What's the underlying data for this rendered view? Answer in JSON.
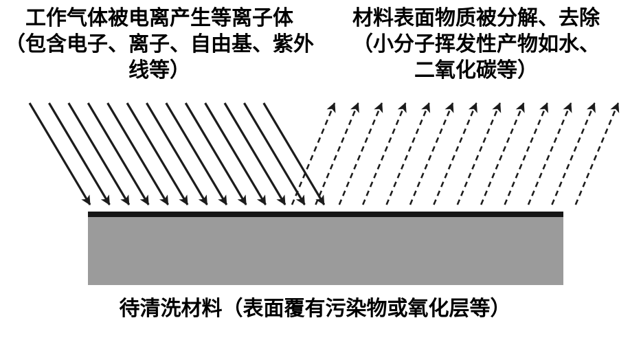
{
  "diagram": {
    "label_plasma": {
      "lines": [
        "工作气体被电离产生等离子体",
        "（包含电子、离子、自由基、紫外",
        "线等）"
      ]
    },
    "label_products": {
      "lines": [
        "材料表面物质被分解、去除",
        "（小分子挥发性产物如水、",
        "二氧化碳等）"
      ]
    },
    "caption": "待清洗材料（表面覆有污染物或氧化层等）",
    "arrows": {
      "incoming": {
        "style": "solid",
        "count": 13
      },
      "outgoing": {
        "style": "dashed",
        "count": 13
      }
    },
    "colors": {
      "arrow": "#1c1c1c",
      "substrate_fill": "#9b9b9b",
      "substrate_top_edge": "#161616",
      "text": "#000000"
    }
  }
}
